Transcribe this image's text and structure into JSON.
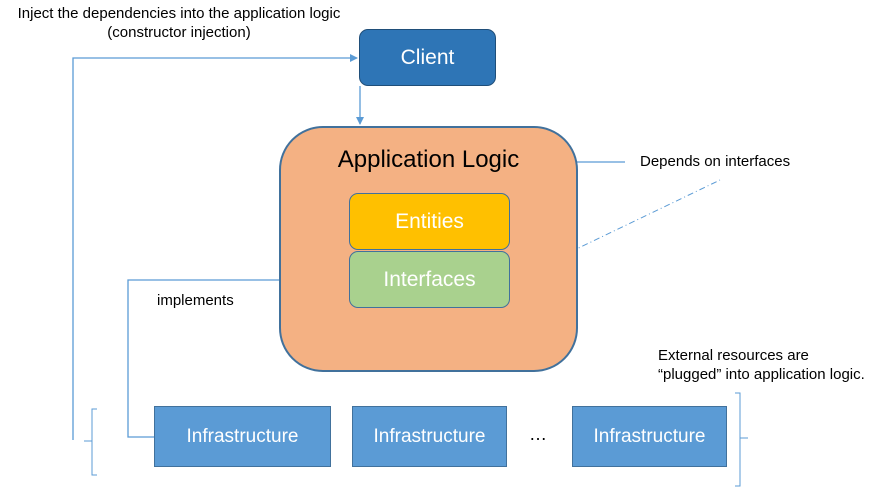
{
  "annotations": {
    "inject_line1": "Inject the dependencies into the application logic",
    "inject_line2": "(constructor injection)",
    "depends": "Depends on interfaces",
    "implements": "implements",
    "external_line1": "External resources are",
    "external_line2": "“plugged” into application logic."
  },
  "nodes": {
    "client": "Client",
    "application_logic": "Application Logic",
    "entities": "Entities",
    "interfaces": "Interfaces",
    "infrastructure": [
      "Infrastructure",
      "Infrastructure",
      "Infrastructure"
    ],
    "ellipsis": "…"
  },
  "colors": {
    "client": "#2e75b6",
    "application_logic": "#f4b183",
    "entities": "#ffc000",
    "interfaces": "#a9d18e",
    "infrastructure": "#5b9bd5",
    "connector": "#5b9bd5"
  }
}
